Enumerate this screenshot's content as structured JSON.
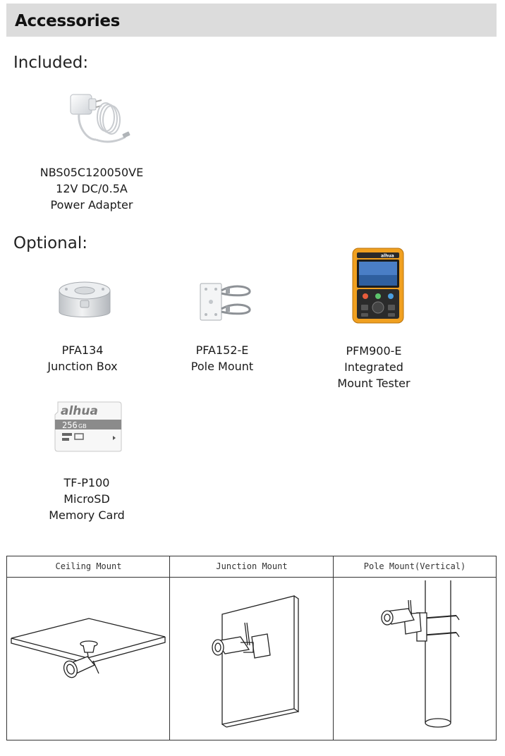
{
  "header": {
    "title": "Accessories"
  },
  "included": {
    "title": "Included:",
    "items": [
      {
        "lines": [
          "NBS05C120050VE",
          "12V DC/0.5A",
          "Power Adapter"
        ],
        "icon": "power-adapter-icon"
      }
    ]
  },
  "optional": {
    "title": "Optional:",
    "items": [
      {
        "lines": [
          "PFA134",
          "Junction Box"
        ],
        "icon": "junction-box-icon"
      },
      {
        "lines": [
          "PFA152-E",
          "Pole Mount"
        ],
        "icon": "pole-mount-icon"
      },
      {
        "lines": [
          "PFM900-E",
          "Integrated",
          "Mount Tester"
        ],
        "icon": "mount-tester-icon"
      },
      {
        "lines": [
          "TF-P100",
          "MicroSD",
          "Memory Card"
        ],
        "icon": "microsd-card-icon"
      }
    ]
  },
  "sd_card": {
    "brand": "alhua",
    "capacity": "256",
    "unit": "GB"
  },
  "tester": {
    "brand": "alhua"
  },
  "mounting": {
    "columns": [
      {
        "label": "Ceiling Mount",
        "icon": "ceiling-mount-illustration"
      },
      {
        "label": "Junction Mount",
        "icon": "junction-mount-illustration"
      },
      {
        "label": "Pole Mount(Vertical)",
        "icon": "pole-mount-vertical-illustration"
      }
    ]
  },
  "colors": {
    "header_bg": "#dcdcdc",
    "tester_orange": "#f0a020",
    "line": "#333333"
  }
}
